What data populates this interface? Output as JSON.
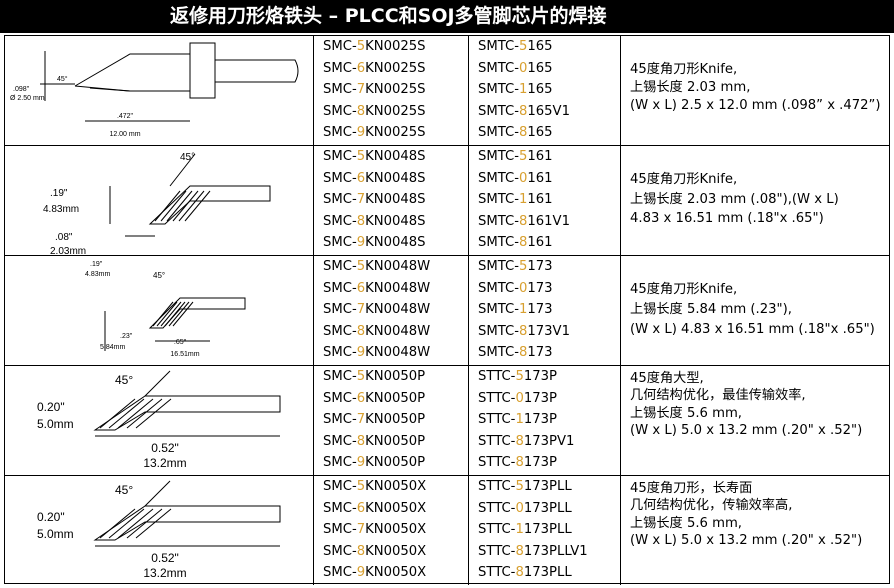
{
  "title": "返修用刀形烙铁头 – PLCC和SOJ多管脚芯片的焊接",
  "rows": [
    {
      "smc": [
        [
          "SMC-",
          "5",
          "KN0025S"
        ],
        [
          "SMC-",
          "6",
          "KN0025S"
        ],
        [
          "SMC-",
          "7",
          "KN0025S"
        ],
        [
          "SMC-",
          "8",
          "KN0025S"
        ],
        [
          "SMC-",
          "9",
          "KN0025S"
        ]
      ],
      "smt": [
        [
          "SMTC-",
          "5",
          "165"
        ],
        [
          "SMTC-",
          "0",
          "165"
        ],
        [
          "SMTC-",
          "1",
          "165"
        ],
        [
          "SMTC-",
          "8",
          "165V1"
        ],
        [
          "SMTC-",
          "8",
          "165"
        ]
      ],
      "desc": [
        "45度角刀形Knife,",
        "上锡长度 2.03 mm,",
        "(W x L) 2.5 x 12.0 mm (.098” x .472”)"
      ],
      "dims": [
        ".098\"",
        "Ø 2.50 mm",
        "45°",
        ".472\"",
        "12.00 mm"
      ]
    },
    {
      "smc": [
        [
          "SMC-",
          "5",
          "KN0048S"
        ],
        [
          "SMC-",
          "6",
          "KN0048S"
        ],
        [
          "SMC-",
          "7",
          "KN0048S"
        ],
        [
          "SMC-",
          "8",
          "KN0048S"
        ],
        [
          "SMC-",
          "9",
          "KN0048S"
        ]
      ],
      "smt": [
        [
          "SMTC-",
          "5",
          "161"
        ],
        [
          "SMTC-",
          "0",
          "161"
        ],
        [
          "SMTC-",
          "1",
          "161"
        ],
        [
          "SMTC-",
          "8",
          "161V1"
        ],
        [
          "SMTC-",
          "8",
          "161"
        ]
      ],
      "desc": [
        "45度角刀形Knife,",
        "上锡长度 2.03 mm (.08\"),(W x L)",
        "4.83 x 16.51 mm (.18\"x .65\")"
      ],
      "dims": [
        "45°",
        ".19\"",
        "4.83mm",
        ".08\"",
        "2.03mm"
      ]
    },
    {
      "smc": [
        [
          "SMC-",
          "5",
          "KN0048W"
        ],
        [
          "SMC-",
          "6",
          "KN0048W"
        ],
        [
          "SMC-",
          "7",
          "KN0048W"
        ],
        [
          "SMC-",
          "8",
          "KN0048W"
        ],
        [
          "SMC-",
          "9",
          "KN0048W"
        ]
      ],
      "smt": [
        [
          "SMTC-",
          "5",
          "173"
        ],
        [
          "SMTC-",
          "0",
          "173"
        ],
        [
          "SMTC-",
          "1",
          "173"
        ],
        [
          "SMTC-",
          "8",
          "173V1"
        ],
        [
          "SMTC-",
          "8",
          "173"
        ]
      ],
      "desc": [
        "45度角刀形Knife,",
        "上锡长度 5.84 mm (.23\"),",
        "(W x L) 4.83 x 16.51 mm (.18\"x .65\")"
      ],
      "dims": [
        ".19\"",
        "4.83mm",
        "45°",
        ".23\"",
        "5.84mm",
        ".65\"",
        "16.51mm"
      ]
    },
    {
      "smc": [
        [
          "SMC-",
          "5",
          "KN0050P"
        ],
        [
          "SMC-",
          "6",
          "KN0050P"
        ],
        [
          "SMC-",
          "7",
          "KN0050P"
        ],
        [
          "SMC-",
          "8",
          "KN0050P"
        ],
        [
          "SMC-",
          "9",
          "KN0050P"
        ]
      ],
      "smt": [
        [
          "STTC-",
          "5",
          "173P"
        ],
        [
          "STTC-",
          "0",
          "173P"
        ],
        [
          "STTC-",
          "1",
          "173P"
        ],
        [
          "STTC-",
          "8",
          "173PV1"
        ],
        [
          "STTC-",
          "8",
          "173P"
        ]
      ],
      "desc": [
        "45度角大型,",
        "几何结构优化，最佳传输效率,",
        "上锡长度 5.6 mm,",
        "(W x L) 5.0 x 13.2 mm (.20\" x .52\")"
      ],
      "dims": [
        "45°",
        "0.20\"",
        "5.0mm",
        "0.52\"",
        "13.2mm"
      ]
    },
    {
      "smc": [
        [
          "SMC-",
          "5",
          "KN0050X"
        ],
        [
          "SMC-",
          "6",
          "KN0050X"
        ],
        [
          "SMC-",
          "7",
          "KN0050X"
        ],
        [
          "SMC-",
          "8",
          "KN0050X"
        ],
        [
          "SMC-",
          "9",
          "KN0050X"
        ]
      ],
      "smt": [
        [
          "STTC-",
          "5",
          "173PLL"
        ],
        [
          "STTC-",
          "0",
          "173PLL"
        ],
        [
          "STTC-",
          "1",
          "173PLL"
        ],
        [
          "STTC-",
          "8",
          "173PLLV1"
        ],
        [
          "STTC-",
          "8",
          "173PLL"
        ]
      ],
      "desc": [
        "45度角刀形，长寿面",
        "几何结构优化，传输效率高,",
        "上锡长度 5.6 mm,",
        "(W x L) 5.0 x 13.2 mm (.20\" x .52\")"
      ],
      "dims": [
        "45°",
        "0.20\"",
        "5.0mm",
        "0.52\"",
        "13.2mm"
      ]
    }
  ]
}
